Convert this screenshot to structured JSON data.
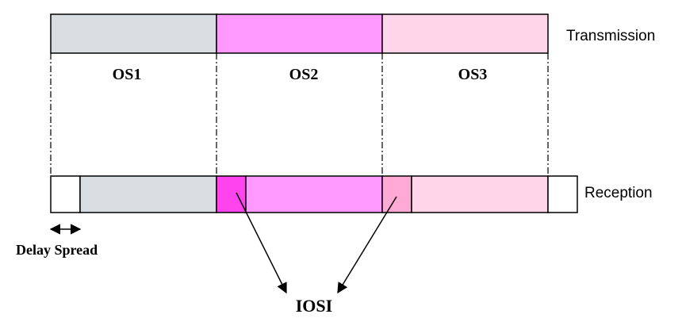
{
  "diagram": {
    "transmission_label": "Transmission",
    "reception_label": "Reception",
    "symbols": [
      {
        "label": "OS1",
        "color": "#d8dde1"
      },
      {
        "label": "OS2",
        "color": "#ff99ff"
      },
      {
        "label": "OS3",
        "color": "#ffd5ea"
      }
    ],
    "isi_colors": {
      "os2": "#ff44ee",
      "os3": "#ffaad5"
    },
    "delay_spread_label": "Delay Spread",
    "iosi_label": "IOSI"
  }
}
